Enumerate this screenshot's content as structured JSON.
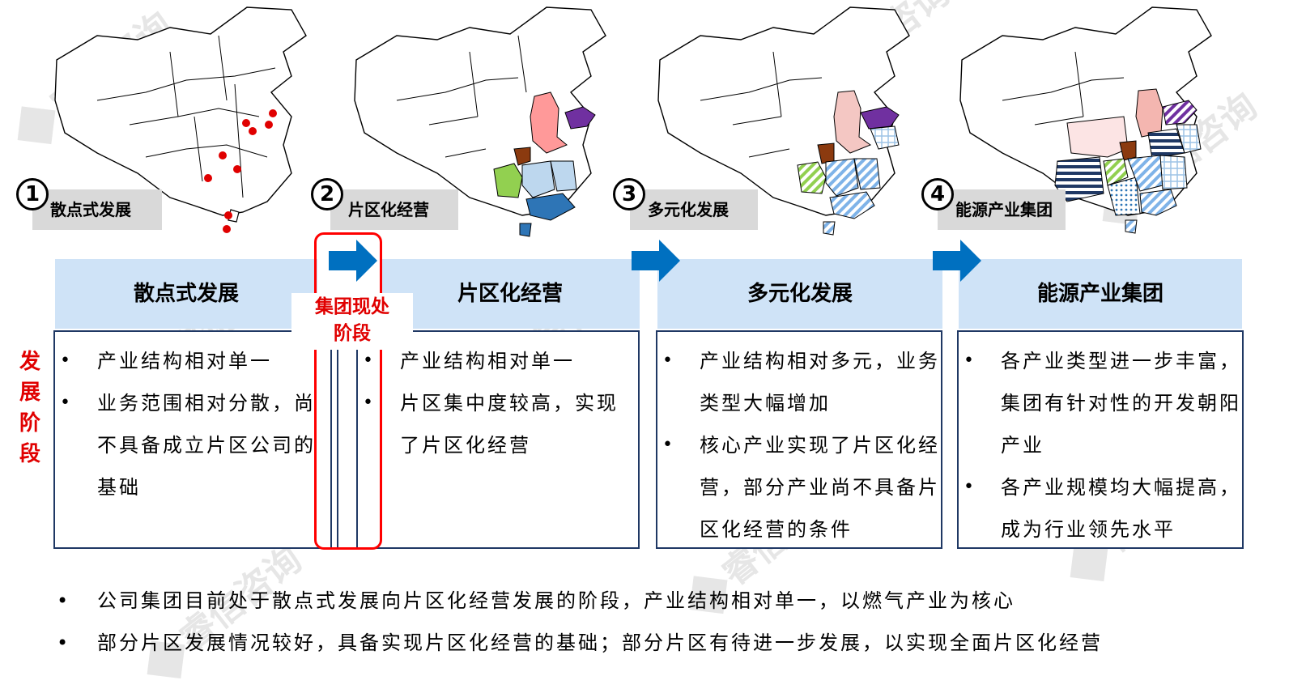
{
  "watermark": "睿信咨询",
  "stages": [
    {
      "num": "1",
      "map_label": "散点式发展",
      "header": "散点式发展",
      "bullets": [
        "产业结构相对单一",
        "业务范围相对分散，尚不具备成立片区公司的基础"
      ]
    },
    {
      "num": "2",
      "map_label": "片区化经营",
      "header": "片区化经营",
      "bullets": [
        "产业结构相对单一",
        "片区集中度较高，实现了片区化经营"
      ]
    },
    {
      "num": "3",
      "map_label": "多元化发展",
      "header": "多元化发展",
      "bullets": [
        "产业结构相对多元，业务类型大幅增加",
        "核心产业实现了片区化经营，部分产业尚不具备片区化经营的条件"
      ]
    },
    {
      "num": "4",
      "map_label": "能源产业集团",
      "header": "能源产业集团",
      "bullets": [
        "各产业类型进一步丰富，集团有针对性的开发朝阳产业",
        "各产业规模均大幅提高，成为行业领先水平"
      ]
    }
  ],
  "side_label": "发展阶段",
  "callout": "集团现处阶段",
  "bullet_glyph": "•",
  "summary": [
    "公司集团目前处于散点式发展向片区化经营发展的阶段，产业结构相对单一，以燃气产业为核心",
    "部分片区发展情况较好，具备实现片区化经营的基础；部分片区有待进一步发展，以实现全面片区化经营"
  ],
  "colors": {
    "band": "#cfe3f7",
    "box_border": "#1f3864",
    "arrow": "#0070c0",
    "highlight": "#ff0000",
    "label_bg": "#d9d9d9",
    "watermark": "#e6e6e6"
  }
}
